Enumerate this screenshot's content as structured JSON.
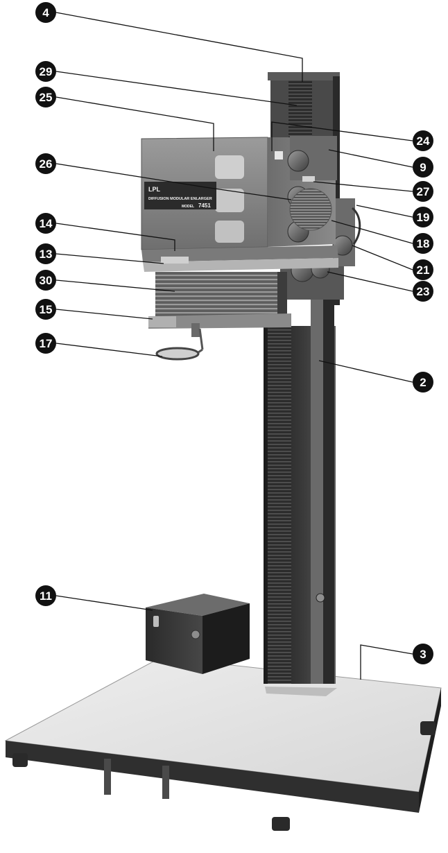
{
  "diagram": {
    "head_label": {
      "brand": "LPL",
      "name": "DIFFUSION MODULAR ENLARGER",
      "model_prefix": "MODEL",
      "model": "7451"
    },
    "callouts": [
      {
        "id": "c4",
        "label": "4",
        "part": "column-top-cap"
      },
      {
        "id": "c29",
        "label": "29",
        "part": "column-scale"
      },
      {
        "id": "c25",
        "label": "25",
        "part": "filter-dial-upper"
      },
      {
        "id": "c26",
        "label": "26",
        "part": "filter-dial-middle"
      },
      {
        "id": "c14",
        "label": "14",
        "part": "head-base-plate"
      },
      {
        "id": "c13",
        "label": "13",
        "part": "negative-carrier"
      },
      {
        "id": "c30",
        "label": "30",
        "part": "bellows"
      },
      {
        "id": "c15",
        "label": "15",
        "part": "lens-stage"
      },
      {
        "id": "c17",
        "label": "17",
        "part": "filter-holder"
      },
      {
        "id": "c24",
        "label": "24",
        "part": "upper-knob"
      },
      {
        "id": "c9",
        "label": "9",
        "part": "head-back-panel"
      },
      {
        "id": "c27",
        "label": "27",
        "part": "middle-knob"
      },
      {
        "id": "c19",
        "label": "19",
        "part": "cable"
      },
      {
        "id": "c18",
        "label": "18",
        "part": "lamp-vent"
      },
      {
        "id": "c21",
        "label": "21",
        "part": "elevation-knob"
      },
      {
        "id": "c23",
        "label": "23",
        "part": "focus-knob"
      },
      {
        "id": "c2",
        "label": "2",
        "part": "column"
      },
      {
        "id": "c11",
        "label": "11",
        "part": "power-supply"
      },
      {
        "id": "c3",
        "label": "3",
        "part": "baseboard"
      }
    ]
  }
}
